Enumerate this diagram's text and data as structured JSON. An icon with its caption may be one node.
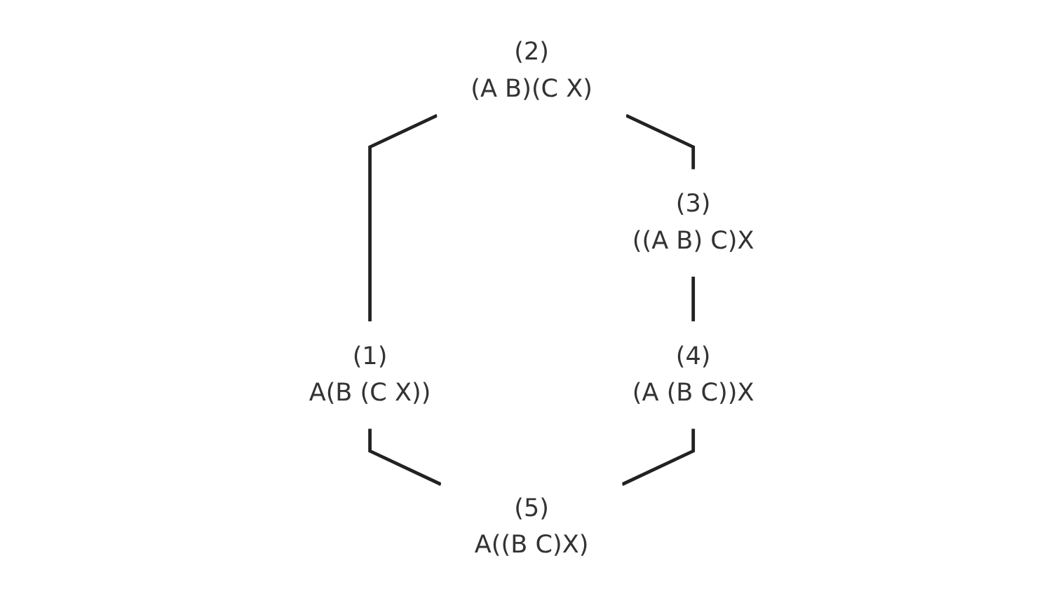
{
  "diagram": {
    "nodes": [
      {
        "text": [
          "(2)",
          "(A B)(C X)"
        ]
      },
      {
        "text": [
          "(3)",
          "((A B) C)X"
        ]
      },
      {
        "text": [
          "(1)",
          "A(B (C X))"
        ]
      },
      {
        "text": [
          "(4)",
          "(A (B C))X"
        ]
      },
      {
        "text": [
          "(5)",
          "A((B C)X)"
        ]
      }
    ],
    "edges": [
      {
        "from": 0,
        "to": 1,
        "arrow": "none"
      },
      {
        "from": 0,
        "to": 2,
        "arrow": "none"
      },
      {
        "from": 1,
        "to": 3,
        "arrow": "none"
      },
      {
        "from": 2,
        "to": 4,
        "arrow": "none"
      },
      {
        "from": 3,
        "to": 4,
        "arrow": "none"
      }
    ]
  }
}
